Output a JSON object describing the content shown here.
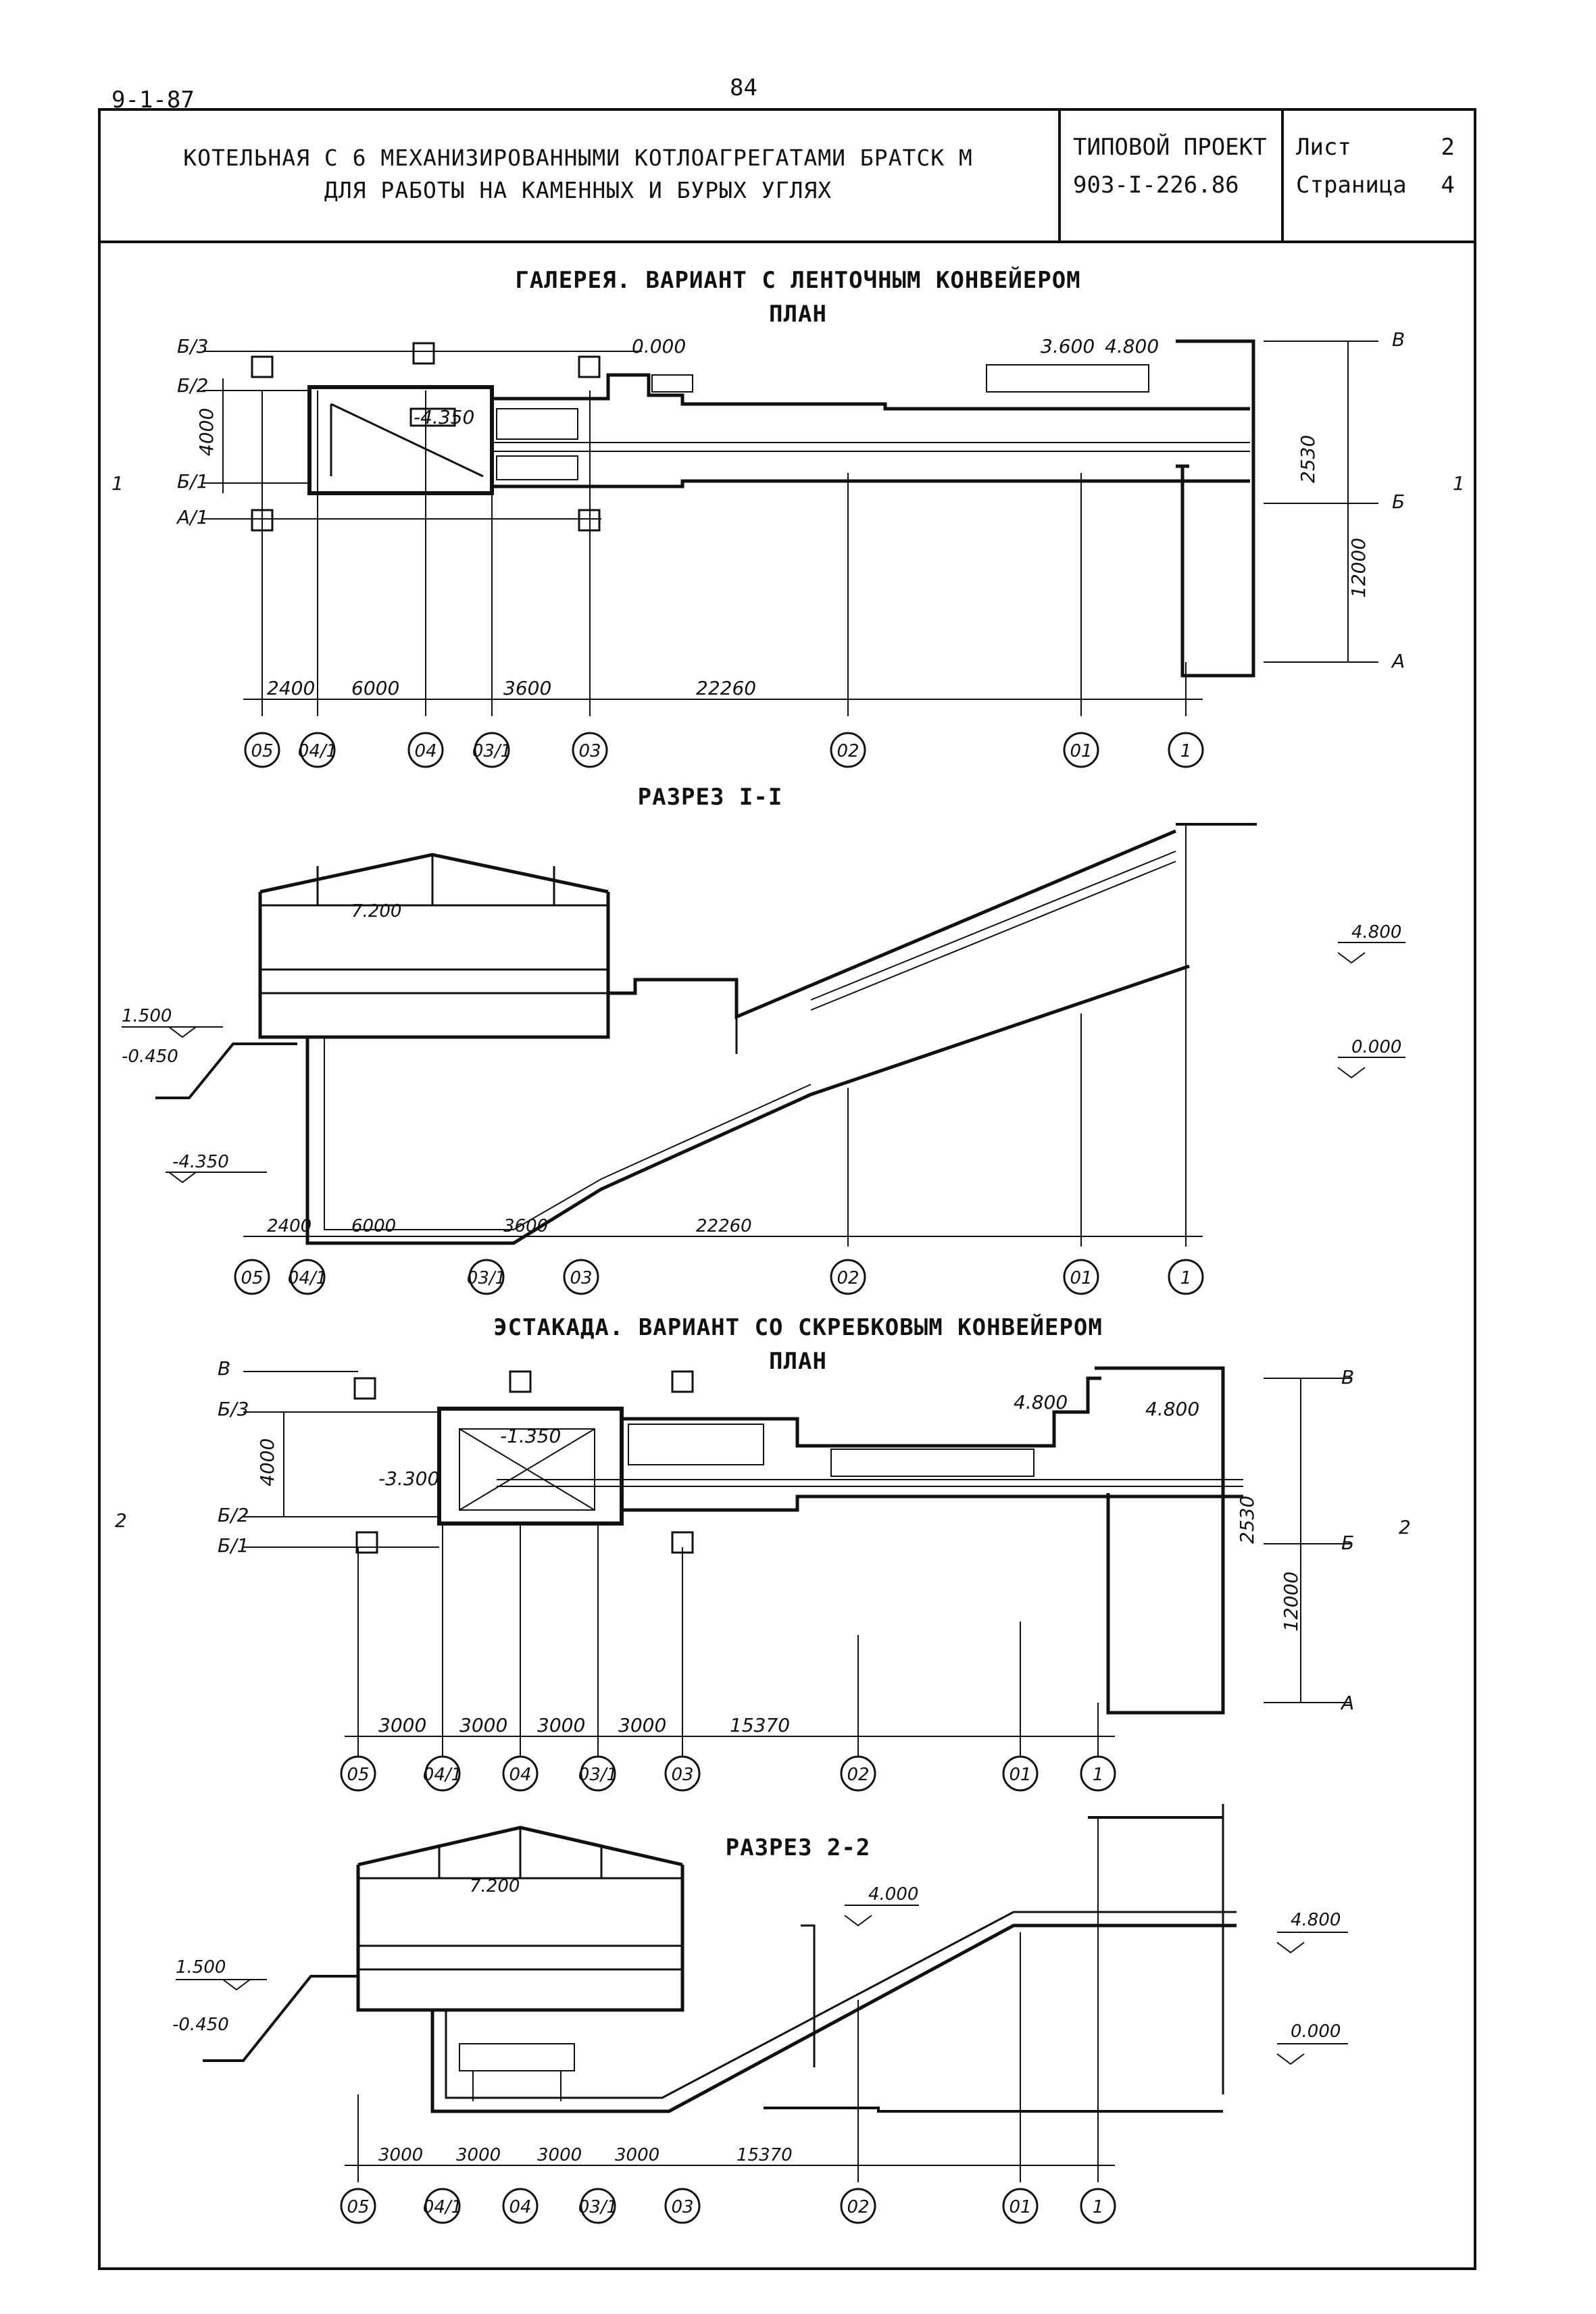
{
  "page": {
    "code": "9-1-87",
    "number": "84"
  },
  "title_block": {
    "title_line1": "КОТЕЛЬНАЯ С 6 МЕХАНИЗИРОВАННЫМИ КОТЛОАГРЕГАТАМИ БРАТСК М",
    "title_line2": "ДЛЯ РАБОТЫ НА КАМЕННЫХ И БУРЫХ УГЛЯХ",
    "project_label": "ТИПОВОЙ ПРОЕКТ",
    "project_code": "903-I-226.86",
    "sheet_label": "Лист",
    "sheet_value": "2",
    "page_label": "Страница",
    "page_value": "4"
  },
  "sections": {
    "gallery_title": "ГАЛЕРЕЯ. ВАРИАНТ С ЛЕНТОЧНЫМ КОНВЕЙЕРОМ",
    "gallery_plan": "ПЛАН",
    "section1_title": "РАЗРЕЗ I-I",
    "trestle_title": "ЭСТАКАДА. ВАРИАНТ СО СКРЕБКОВЫМ КОНВЕЙЕРОМ",
    "trestle_plan": "ПЛАН",
    "section2_title": "РАЗРЕЗ 2-2"
  },
  "gallery_plan": {
    "row_axes": [
      "Б/3",
      "Б/2",
      "Б/1",
      "А/1"
    ],
    "right_axes": [
      "В",
      "Б",
      "А"
    ],
    "col_axes": [
      "05",
      "04/1",
      "04",
      "03/1",
      "03",
      "02",
      "01",
      "1"
    ],
    "dims_bottom": [
      "2400",
      "6000",
      "3600",
      "22260"
    ],
    "dim_left": "4000",
    "dim_right_small": "2530",
    "dim_right_large": "12000",
    "elevations": [
      "0.000",
      "-4.350",
      "3.600",
      "4.800"
    ],
    "cut_mark": "1"
  },
  "section1": {
    "elevations_left": [
      "1.500",
      "-0.450",
      "-4.350"
    ],
    "elevation_roof": "7.200",
    "elevations_right": [
      "4.800",
      "0.000"
    ],
    "dims_bottom": [
      "2400",
      "6000",
      "3600",
      "22260"
    ],
    "col_axes": [
      "05",
      "04/1",
      "03/1",
      "03",
      "02",
      "01",
      "1"
    ]
  },
  "trestle_plan": {
    "row_axes": [
      "В",
      "Б/3",
      "Б/2",
      "Б/1"
    ],
    "right_axes": [
      "В",
      "Б",
      "А"
    ],
    "col_axes": [
      "05",
      "04/1",
      "04",
      "03/1",
      "03",
      "02",
      "01",
      "1"
    ],
    "dims_bottom": [
      "3000",
      "3000",
      "3000",
      "3000",
      "15370"
    ],
    "dim_left": "4000",
    "dim_right_small": "2530",
    "dim_right_large": "12000",
    "elevations": [
      "-3.300",
      "-1.350",
      "4.800"
    ],
    "room_mark": "4.800",
    "cut_mark": "2"
  },
  "section2": {
    "elevations_left": [
      "1.500",
      "-0.450"
    ],
    "elevation_roof": "7.200",
    "elevation_mid": "4.000",
    "elevations_right": [
      "4.800",
      "0.000"
    ],
    "dims_bottom": [
      "3000",
      "3000",
      "3000",
      "3000",
      "15370"
    ],
    "col_axes": [
      "05",
      "04/1",
      "04",
      "03/1",
      "03",
      "02",
      "01",
      "1"
    ]
  }
}
